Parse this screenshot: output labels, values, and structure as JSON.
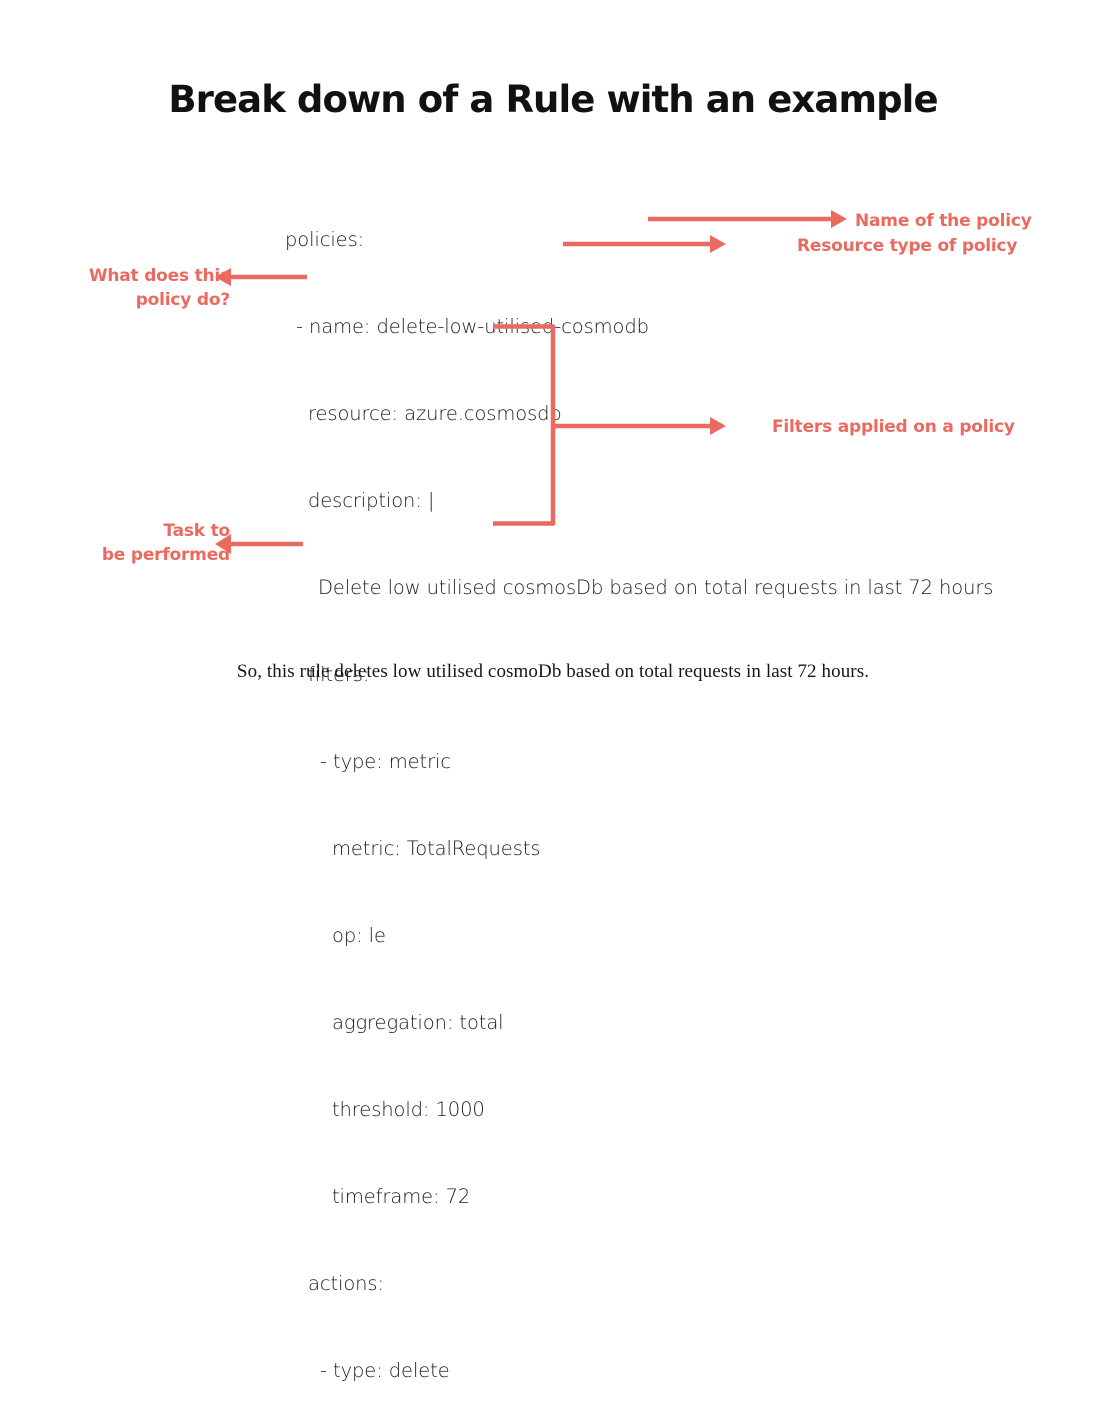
{
  "title": "Break down of a Rule with an example",
  "colors": {
    "accent_red": "#eb6a60",
    "text_dark": "#1b1b1b",
    "background": "#ffffff"
  },
  "yaml": {
    "lines": [
      {
        "indent": 0,
        "text": "policies:"
      },
      {
        "indent": 1,
        "text": "- name: delete-low-utilised-cosmodb"
      },
      {
        "indent": 2,
        "text": "resource: azure.cosmosdb"
      },
      {
        "indent": 2,
        "text": "description: |"
      },
      {
        "indent": 3,
        "text": "Delete low utilised cosmosDb based on total requests in last 72 hours"
      },
      {
        "indent": 2,
        "text": "filters:"
      },
      {
        "indent": 4,
        "text": "- type: metric"
      },
      {
        "indent": 5,
        "text": "metric: TotalRequests"
      },
      {
        "indent": 5,
        "text": "op: le"
      },
      {
        "indent": 5,
        "text": "aggregation: total"
      },
      {
        "indent": 5,
        "text": "threshold: 1000"
      },
      {
        "indent": 5,
        "text": "timeframe: 72"
      },
      {
        "indent": 2,
        "text": "actions:"
      },
      {
        "indent": 4,
        "text": "- type: delete"
      }
    ]
  },
  "annotations": {
    "name_of_policy": "Name of the policy",
    "resource_type": "Resource type of policy",
    "filters_applied": "Filters applied on a policy",
    "what_does_policy_do": "What does this\npolicy do?",
    "task_to_be_performed": "Task to\nbe performed"
  },
  "caption": "So, this rule deletes low utilised cosmoDb based on total requests in last 72 hours."
}
